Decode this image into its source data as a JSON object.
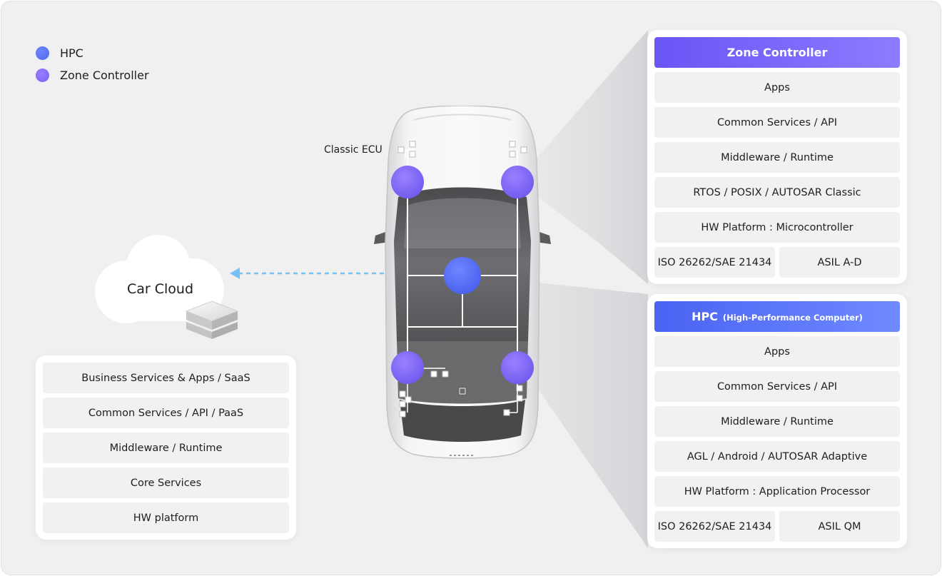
{
  "legend": {
    "items": [
      {
        "label": "HPC",
        "color": "#5a72f5"
      },
      {
        "label": "Zone Controller",
        "color": "#8468f5"
      }
    ]
  },
  "car": {
    "ecu_label": "Classic ECU"
  },
  "cloud": {
    "label": "Car Cloud",
    "link_color": "#79c1f5"
  },
  "cloud_stack": {
    "rows": [
      "Business Services & Apps / SaaS",
      "Common Services / API / PaaS",
      "Middleware / Runtime",
      "Core Services",
      "HW platform"
    ]
  },
  "zone_stack": {
    "title": "Zone Controller",
    "rows": [
      "Apps",
      "Common Services / API",
      "Middleware / Runtime",
      "RTOS / POSIX / AUTOSAR Classic",
      "HW Platform : Microcontroller"
    ],
    "safety": [
      "ISO 26262/SAE 21434",
      "ASIL A-D"
    ]
  },
  "hpc_stack": {
    "title": "HPC",
    "subtitle": "(High-Performance Computer)",
    "rows": [
      "Apps",
      "Common Services / API",
      "Middleware / Runtime",
      "AGL / Android / AUTOSAR Adaptive",
      "HW Platform : Application Processor"
    ],
    "safety": [
      "ISO 26262/SAE 21434",
      "ASIL QM"
    ]
  }
}
